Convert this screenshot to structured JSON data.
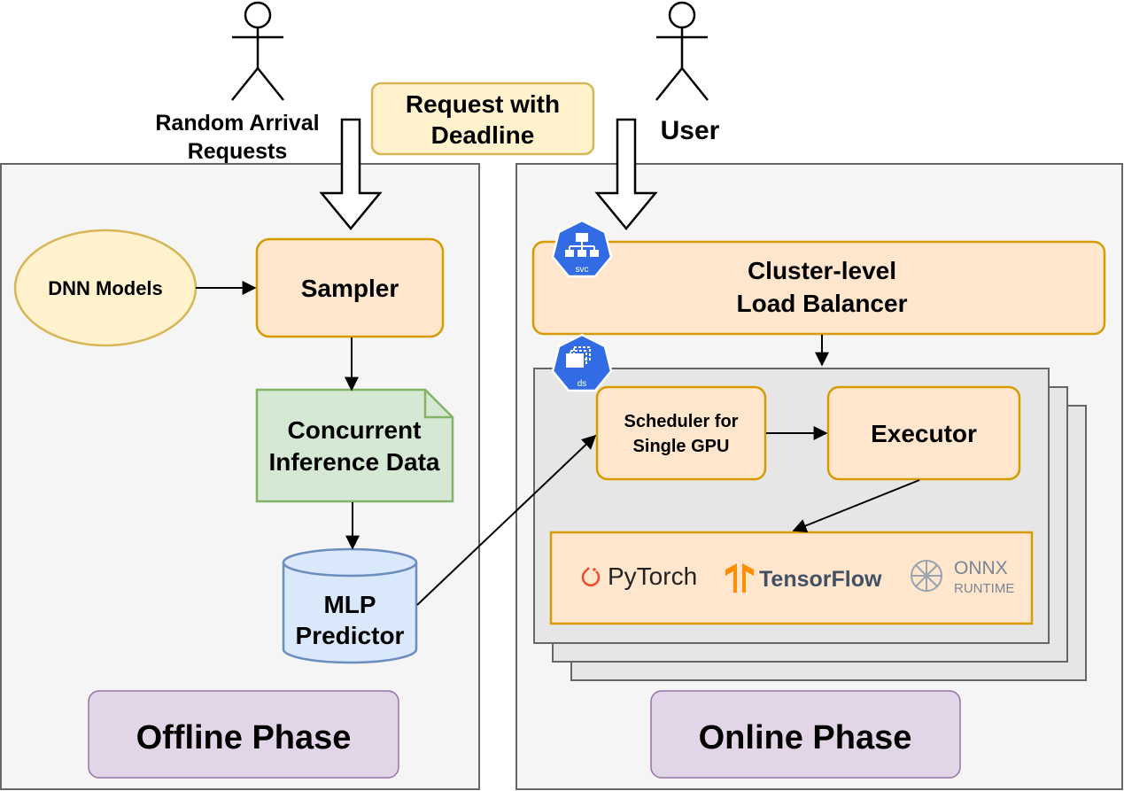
{
  "actors": {
    "random_arrival": {
      "line1": "Random Arrival",
      "line2": "Requests"
    },
    "user": "User"
  },
  "request_with_deadline": {
    "line1": "Request with",
    "line2": "Deadline"
  },
  "offline": {
    "dnn_models": "DNN Models",
    "sampler": "Sampler",
    "concurrent_data": {
      "line1": "Concurrent",
      "line2": "Inference Data"
    },
    "mlp_predictor": {
      "line1": "MLP",
      "line2": "Predictor"
    },
    "phase_label": "Offline Phase"
  },
  "online": {
    "svc_badge": "svc",
    "ds_badge": "ds",
    "load_balancer": {
      "line1": "Cluster-level",
      "line2": "Load Balancer"
    },
    "scheduler": {
      "line1": "Scheduler for",
      "line2": "Single GPU"
    },
    "executor": "Executor",
    "frameworks": {
      "pytorch": "PyTorch",
      "tensorflow": "TensorFlow",
      "onnx_line1": "ONNX",
      "onnx_line2": "RUNTIME"
    },
    "phase_label": "Online Phase"
  },
  "colors": {
    "panel_border": "#666666",
    "panel_fill": "#f5f5f5",
    "orange_fill": "#ffe6cc",
    "orange_stroke": "#d79b00",
    "yellow_fill": "#fff2cc",
    "yellow_stroke": "#d6b656",
    "green_fill": "#d5e8d4",
    "green_stroke": "#82b366",
    "blue_fill": "#dae8fc",
    "blue_stroke": "#6c8ebf",
    "purple_fill": "#e1d5e7",
    "purple_stroke": "#9673a6",
    "k8s_blue": "#326ce5",
    "pytorch_red": "#ee4c2c",
    "tensorflow_orange": "#ff8f00"
  }
}
